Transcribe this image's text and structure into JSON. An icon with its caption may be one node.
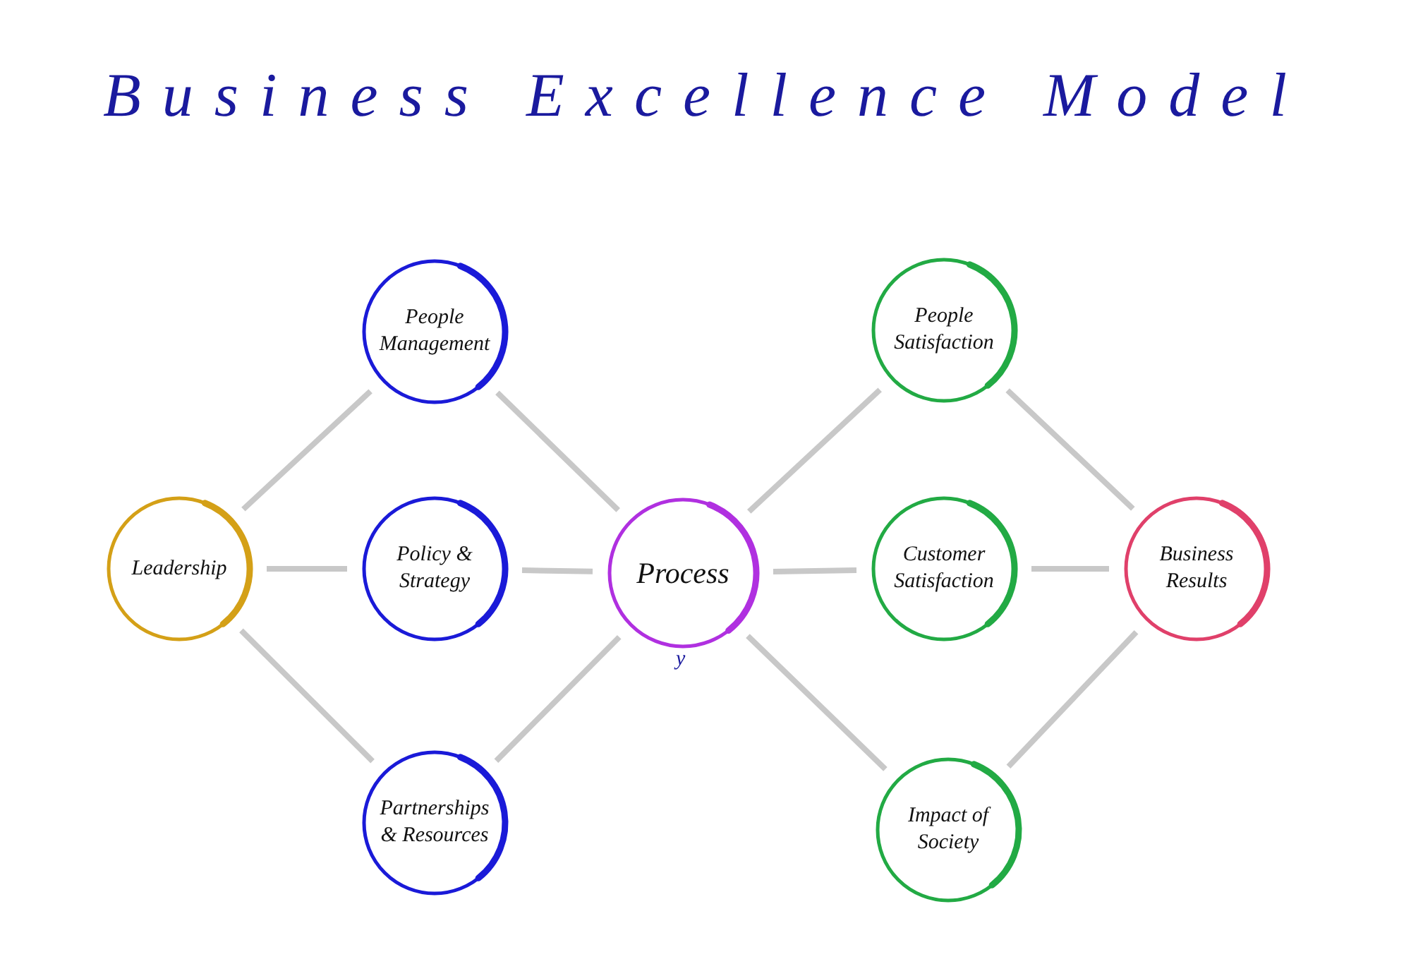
{
  "diagram": {
    "title": "Business Excellence Model",
    "nodes": [
      {
        "text": [
          "Leadership"
        ]
      },
      {
        "text": [
          "People Management"
        ]
      },
      {
        "text": [
          "Policy & Strategy"
        ]
      },
      {
        "text": [
          "Partnerships & Resources"
        ]
      },
      {
        "text": [
          "Process"
        ]
      },
      {
        "text": [
          "People Satisfaction"
        ]
      },
      {
        "text": [
          "Customer Satisfaction"
        ]
      },
      {
        "text": [
          "Impact of Society"
        ]
      },
      {
        "text": [
          "Business Results"
        ]
      }
    ],
    "edges": [
      {
        "from": 0,
        "to": 1,
        "arrow": "none"
      },
      {
        "from": 0,
        "to": 2,
        "arrow": "none"
      },
      {
        "from": 0,
        "to": 3,
        "arrow": "none"
      },
      {
        "from": 1,
        "to": 4,
        "arrow": "none"
      },
      {
        "from": 2,
        "to": 4,
        "arrow": "none"
      },
      {
        "from": 3,
        "to": 4,
        "arrow": "none"
      },
      {
        "from": 4,
        "to": 5,
        "arrow": "none"
      },
      {
        "from": 4,
        "to": 6,
        "arrow": "none"
      },
      {
        "from": 4,
        "to": 7,
        "arrow": "none"
      },
      {
        "from": 5,
        "to": 8,
        "arrow": "none"
      },
      {
        "from": 6,
        "to": 8,
        "arrow": "none"
      },
      {
        "from": 7,
        "to": 8,
        "arrow": "none"
      }
    ],
    "labels": [
      "y"
    ]
  }
}
